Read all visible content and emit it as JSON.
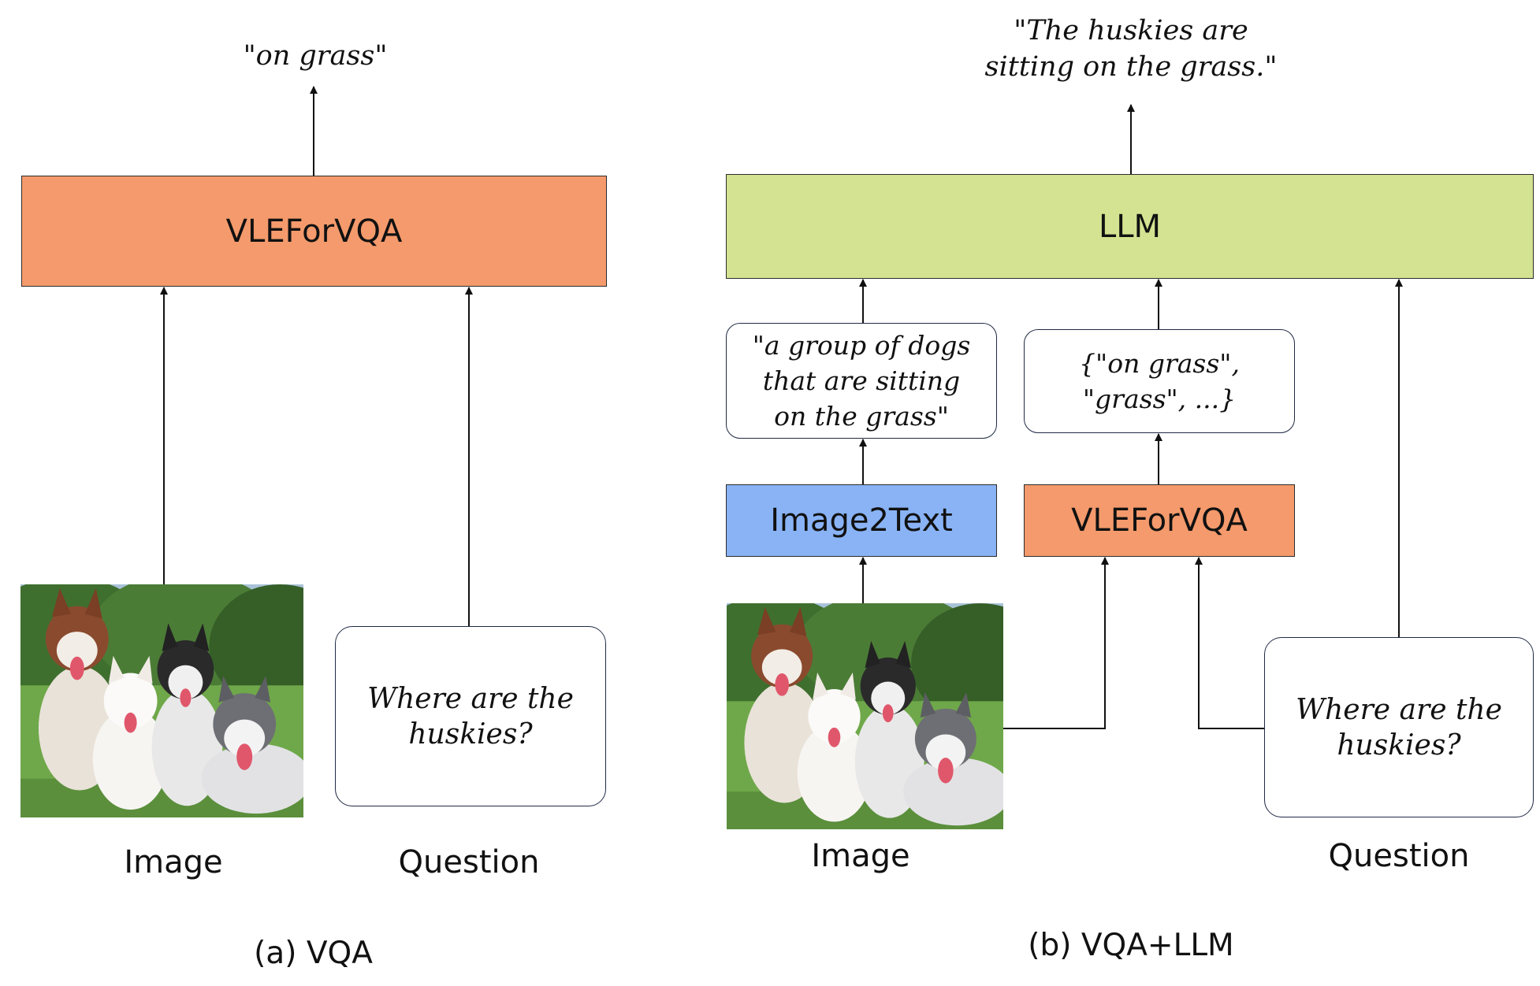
{
  "colors": {
    "vqa_module": "#f49a6c",
    "llm_module": "#d4e391",
    "image2text_module": "#89b3f5",
    "grass": "#6fa84a",
    "foliage": "#3f6f2f"
  },
  "panel_a": {
    "output": "\"on grass\"",
    "module": "VLEForVQA",
    "question": "Where are the huskies?",
    "image_label": "Image",
    "question_label": "Question",
    "caption": "(a) VQA"
  },
  "panel_b": {
    "output_line1": "\"The huskies are",
    "output_line2": "sitting on the grass.\"",
    "llm": "LLM",
    "caption_text": "\"a group of dogs that are sitting on the grass\"",
    "answers_text": "{\"on grass\", \"grass\", ...}",
    "image2text": "Image2Text",
    "module": "VLEForVQA",
    "question": "Where are the huskies?",
    "image_label": "Image",
    "question_label": "Question",
    "caption": "(b) VQA+LLM"
  },
  "photo_description_icon": "husky-dogs-photo"
}
